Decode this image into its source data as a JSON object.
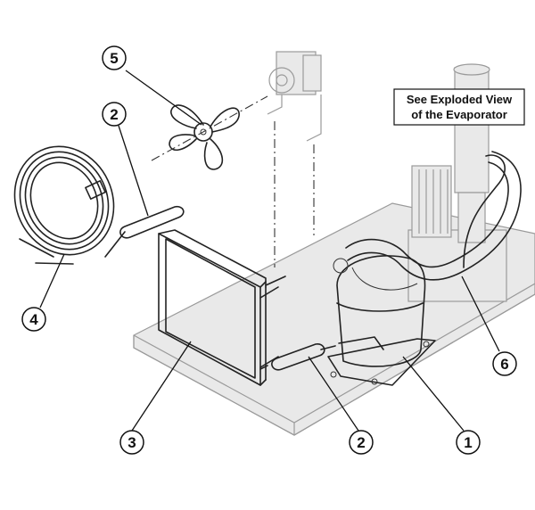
{
  "diagram": {
    "note": {
      "line1": "See Exploded View",
      "line2": "of the Evaporator"
    },
    "callouts": {
      "c1": "1",
      "c2a": "2",
      "c2b": "2",
      "c3": "3",
      "c4": "4",
      "c5": "5",
      "c6": "6"
    }
  }
}
